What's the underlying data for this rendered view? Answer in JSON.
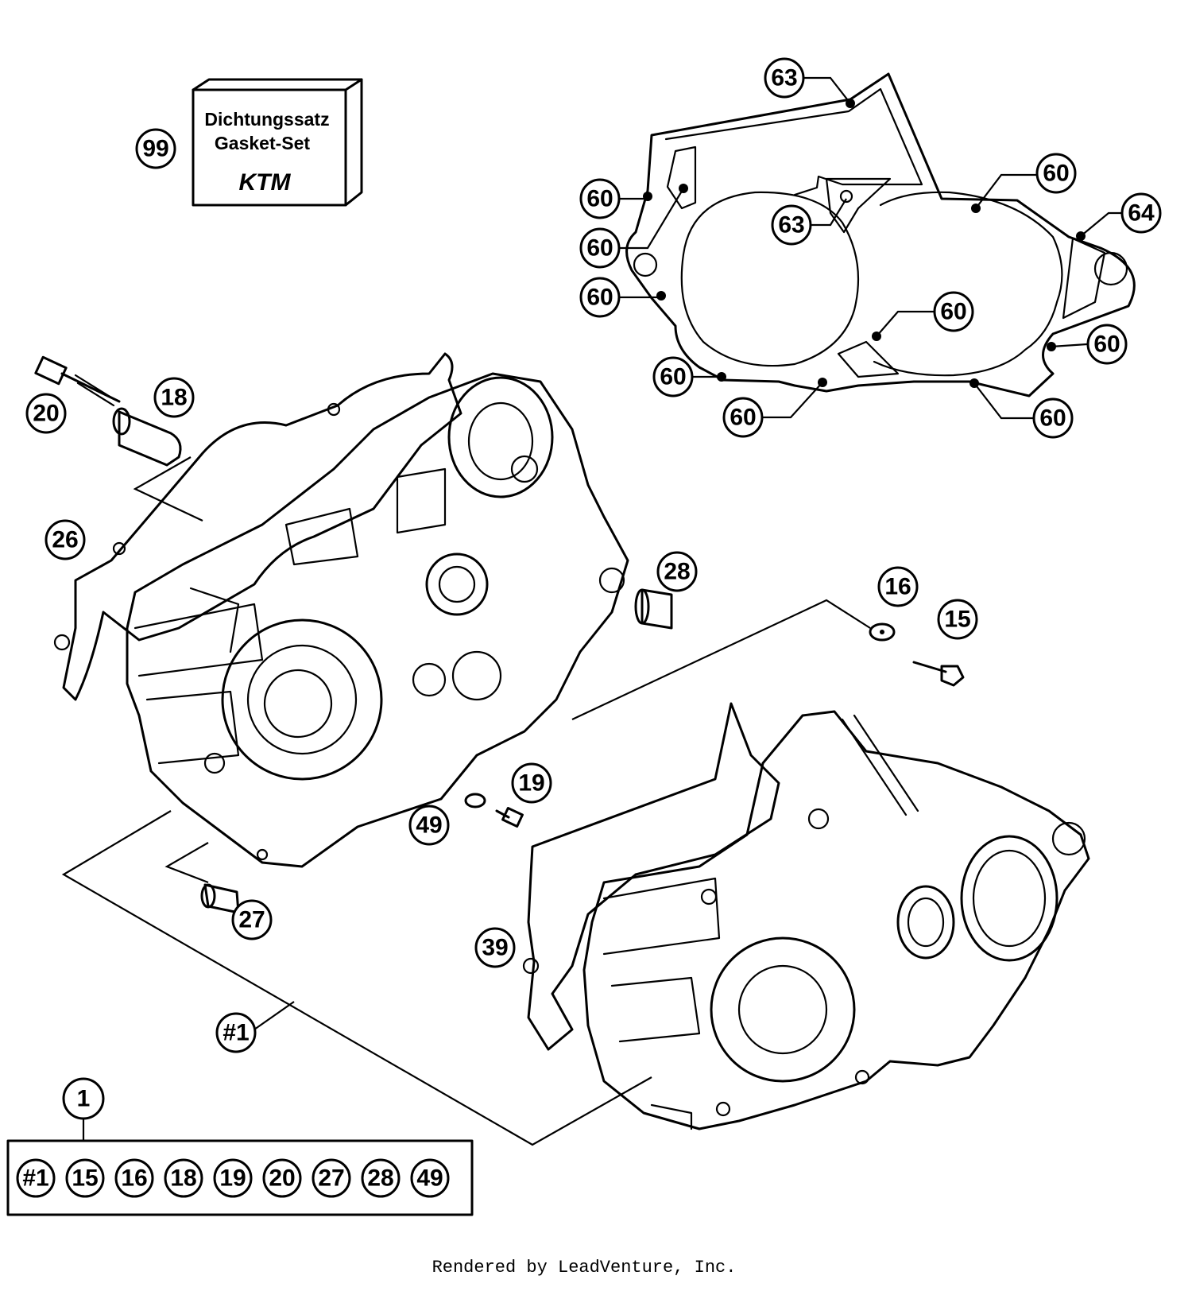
{
  "gasket_kit": {
    "callout": "99",
    "line1": "Dichtungssatz",
    "line2": "Gasket-Set",
    "logo": "KTM"
  },
  "callouts": {
    "c63a": "63",
    "c63b": "63",
    "c64": "64",
    "c60a": "60",
    "c60b": "60",
    "c60c": "60",
    "c60d": "60",
    "c60e": "60",
    "c60f": "60",
    "c60g": "60",
    "c60h": "60",
    "c60i": "60",
    "c20": "20",
    "c18": "18",
    "c26": "26",
    "c28": "28",
    "c16": "16",
    "c15": "15",
    "c19": "19",
    "c49": "49",
    "c27": "27",
    "c39": "39",
    "c1ref": "#1",
    "c1": "1"
  },
  "parts_kit": [
    "#1",
    "15",
    "16",
    "18",
    "19",
    "20",
    "27",
    "28",
    "49"
  ],
  "footer": "Rendered by LeadVenture, Inc."
}
